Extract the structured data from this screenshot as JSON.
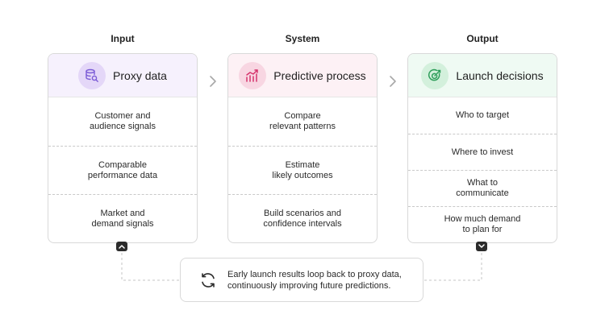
{
  "columns": [
    {
      "heading": "Input",
      "title": "Proxy data",
      "icon": "database-search-icon",
      "accent": "#7b5bd6",
      "rows": [
        "Customer and\naudience signals",
        "Comparable\nperformance data",
        "Market and\ndemand signals"
      ]
    },
    {
      "heading": "System",
      "title": "Predictive process",
      "icon": "trend-chart-icon",
      "accent": "#d6336c",
      "rows": [
        "Compare\nrelevant patterns",
        "Estimate\nlikely outcomes",
        "Build scenarios and\nconfidence intervals"
      ]
    },
    {
      "heading": "Output",
      "title": "Launch decisions",
      "icon": "target-icon",
      "accent": "#2f9e5b",
      "rows": [
        "Who to target",
        "Where to invest",
        "What to\ncommunicate",
        "How much demand\nto plan for"
      ]
    }
  ],
  "loop": {
    "icon": "refresh-cycle-icon",
    "text": "Early launch results loop back to proxy data,\ncontinuously improving future predictions."
  }
}
